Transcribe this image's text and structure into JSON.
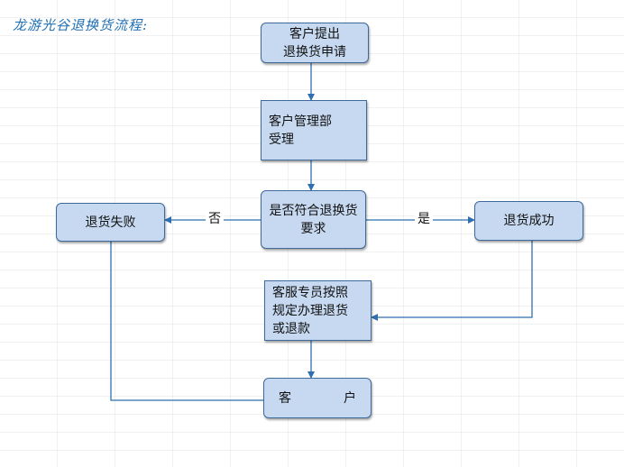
{
  "title": "龙游光谷退换货流程:",
  "nodes": {
    "apply": {
      "line1": "客户提出",
      "line2": "退换货申请"
    },
    "accept": {
      "line1": "客户管理部",
      "line2": "受理"
    },
    "check": {
      "line1": "是否符合退换货",
      "line2": "要求"
    },
    "fail": {
      "label": "退货失败"
    },
    "success": {
      "label": "退货成功"
    },
    "process": {
      "line1": "客服专员按照",
      "line2": "规定办理退货",
      "line3": "或退款"
    },
    "customer": {
      "left": "客",
      "right": "户"
    }
  },
  "edges": {
    "no_label": "否",
    "yes_label": "是"
  },
  "colors": {
    "node_fill": "#c6d9f1",
    "node_border": "#3d6a9a",
    "edge": "#2f6fb0",
    "title": "#1f6fb5",
    "grid": "#e3e3e3"
  }
}
